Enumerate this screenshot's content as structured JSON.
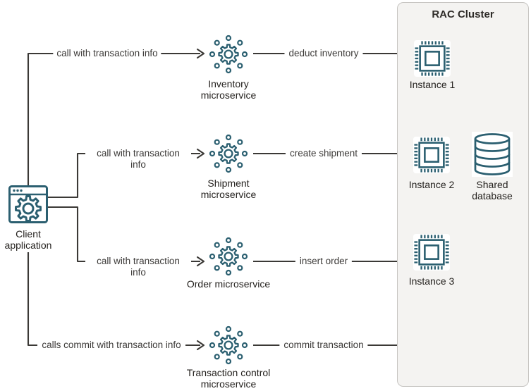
{
  "diagram": {
    "client": {
      "label": "Client application"
    },
    "rows": [
      {
        "call": "call with transaction info",
        "service": "Inventory microservice",
        "action": "deduct inventory"
      },
      {
        "call": "call with transaction info",
        "service": "Shipment microservice",
        "action": "create shipment"
      },
      {
        "call": "call with transaction info",
        "service": "Order microservice",
        "action": "insert order"
      },
      {
        "call": "calls commit with transaction info",
        "service": "Transaction control microservice",
        "action": "commit transaction"
      }
    ],
    "cluster": {
      "title": "RAC Cluster",
      "instances": [
        {
          "label": "Instance 1"
        },
        {
          "label": "Instance 2"
        },
        {
          "label": "Instance 3"
        }
      ],
      "database_label": "Shared database"
    },
    "colors": {
      "icon": "#2b5f70",
      "wire": "#3b3936",
      "panel_bg": "#f4f3f1",
      "panel_border": "#c6c4c1",
      "text": "#3c3a38",
      "node_text": "#25221f"
    }
  }
}
